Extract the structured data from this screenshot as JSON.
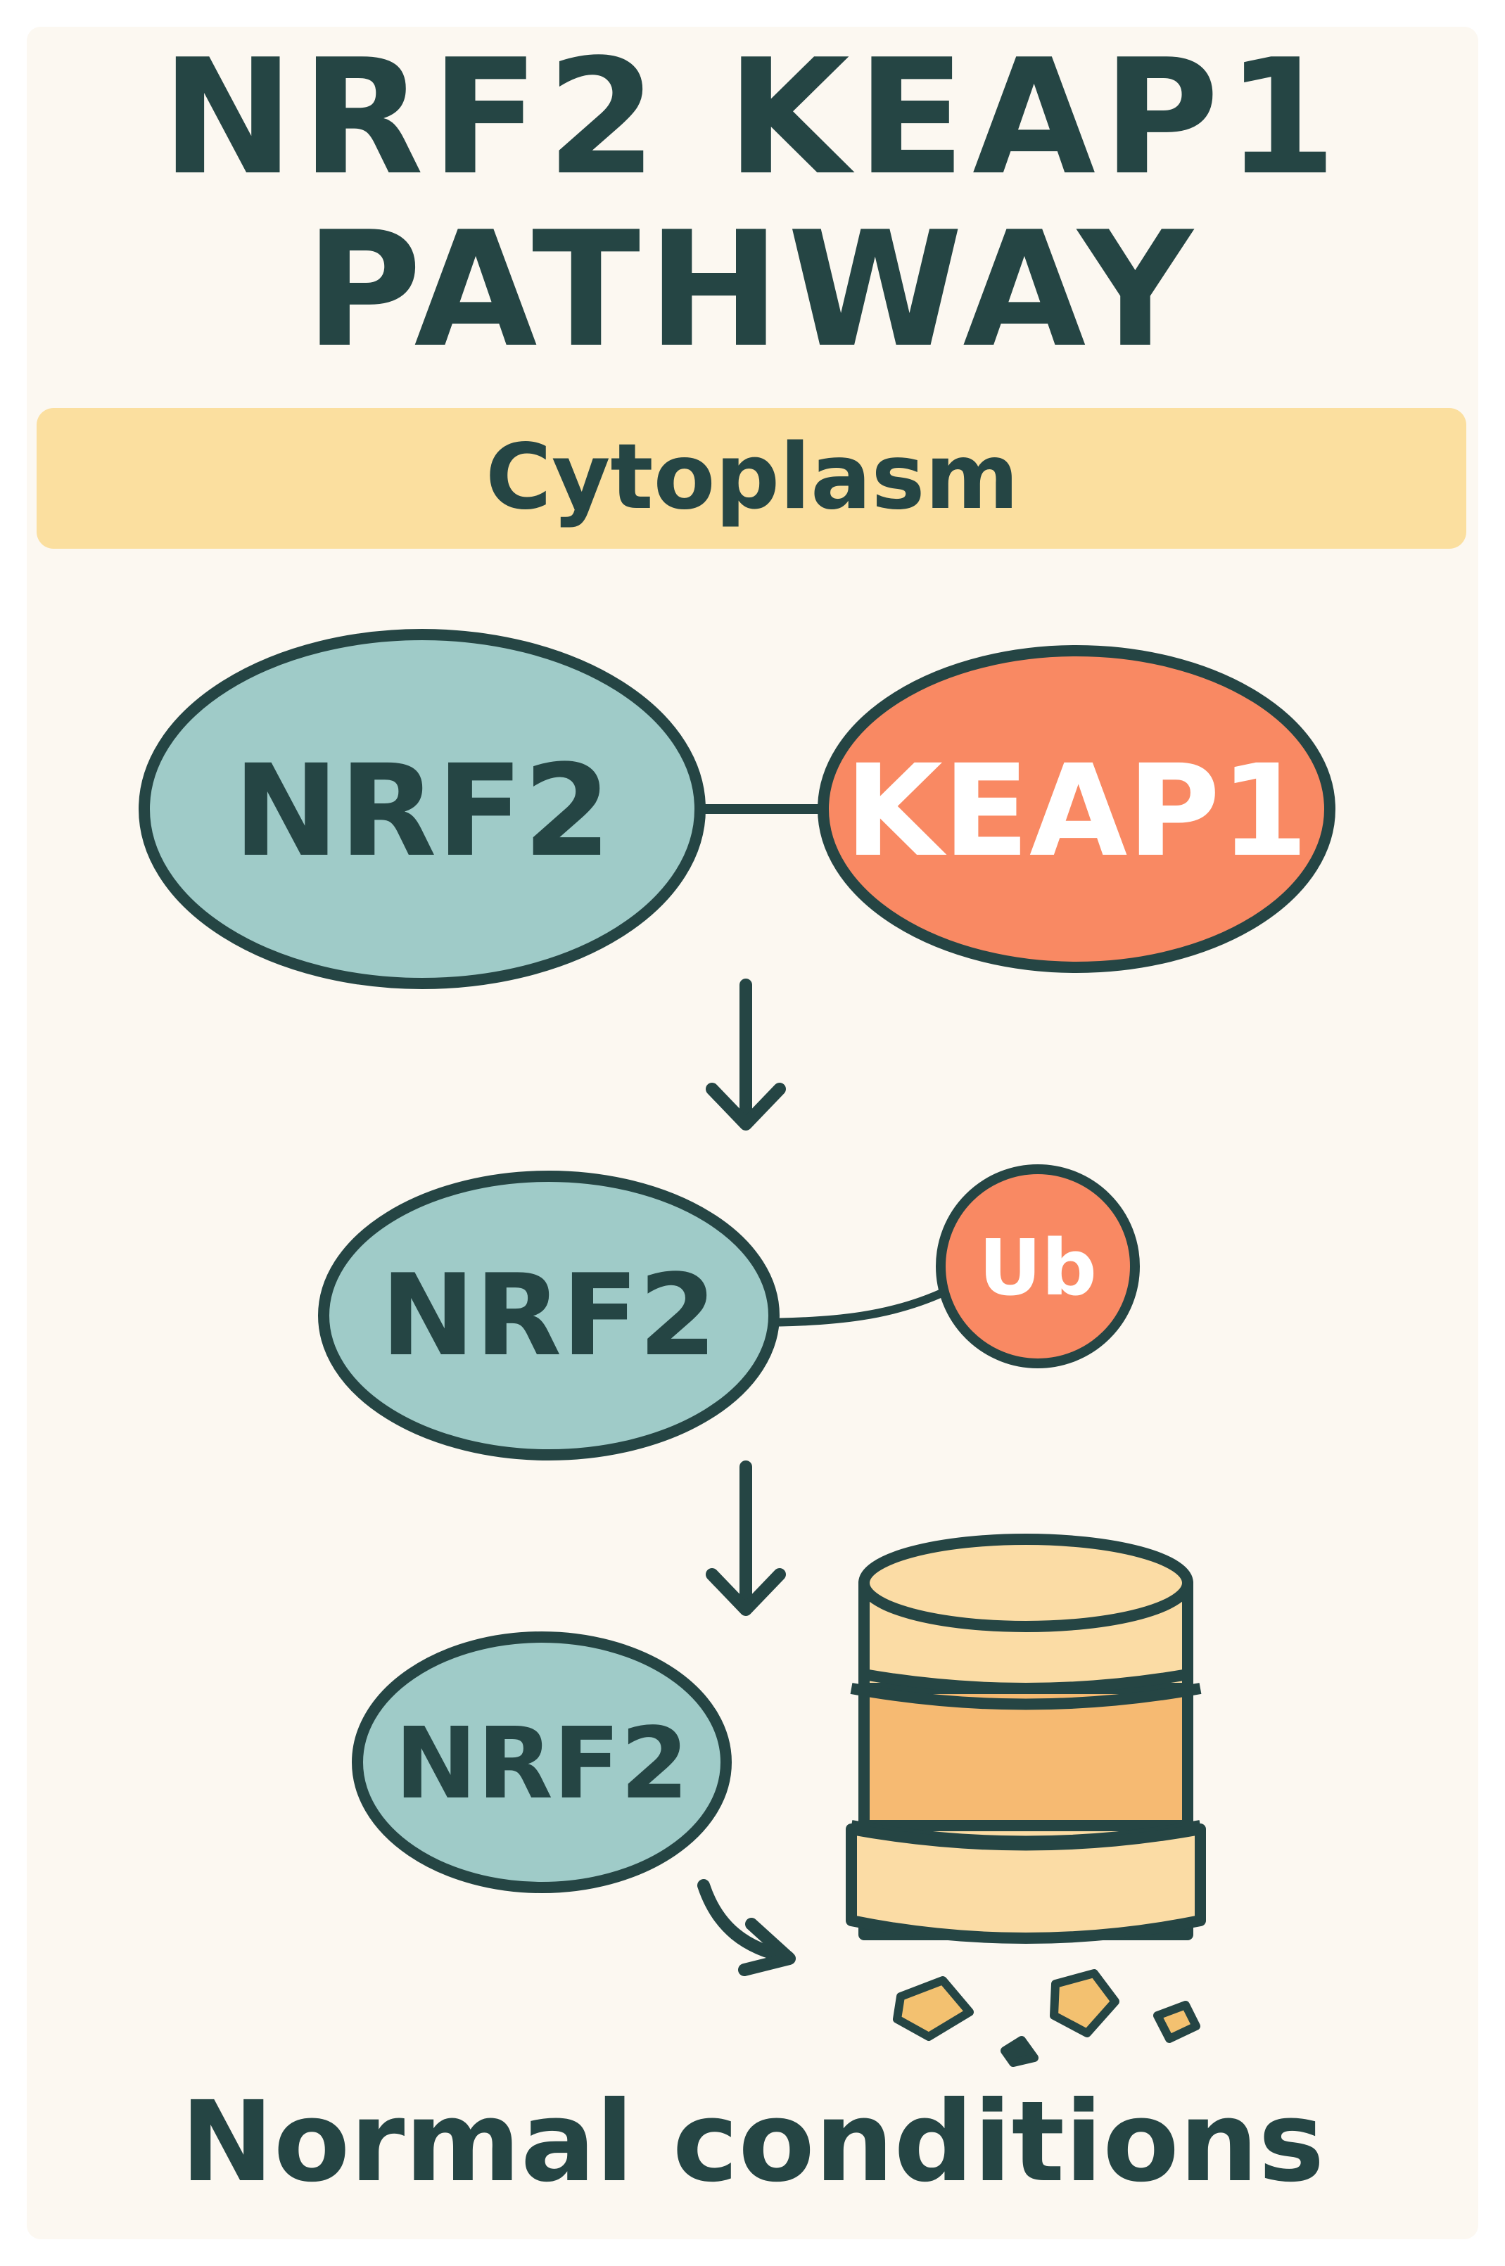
{
  "diagram": {
    "title_line_1": "NRF2 KEAP1",
    "title_line_2": "PATHWAY",
    "compartment_label": "Cytoplasm",
    "complex": {
      "nrf2_label": "NRF2",
      "keap1_label": "KEAP1"
    },
    "ubiquitinated": {
      "nrf2_label": "NRF2",
      "ub_label": "Ub"
    },
    "degradation": {
      "nrf2_label": "NRF2"
    },
    "footer_label": "Normal conditions"
  },
  "colors": {
    "background": "#fcf8f1",
    "outline": "#254544",
    "nrf2_fill": "#9fcbc8",
    "keap1_fill": "#f98963",
    "band_fill": "#fbdf9f",
    "proteasome_light": "#fbdca5",
    "proteasome_dark": "#f6ba72",
    "fragment_fill": "#f3c170"
  },
  "icons": {
    "proteasome": "proteasome-icon",
    "fragments": "peptide-fragments-icon",
    "down_arrow": "down-arrow-icon",
    "curved_arrow": "curved-arrow-icon"
  }
}
